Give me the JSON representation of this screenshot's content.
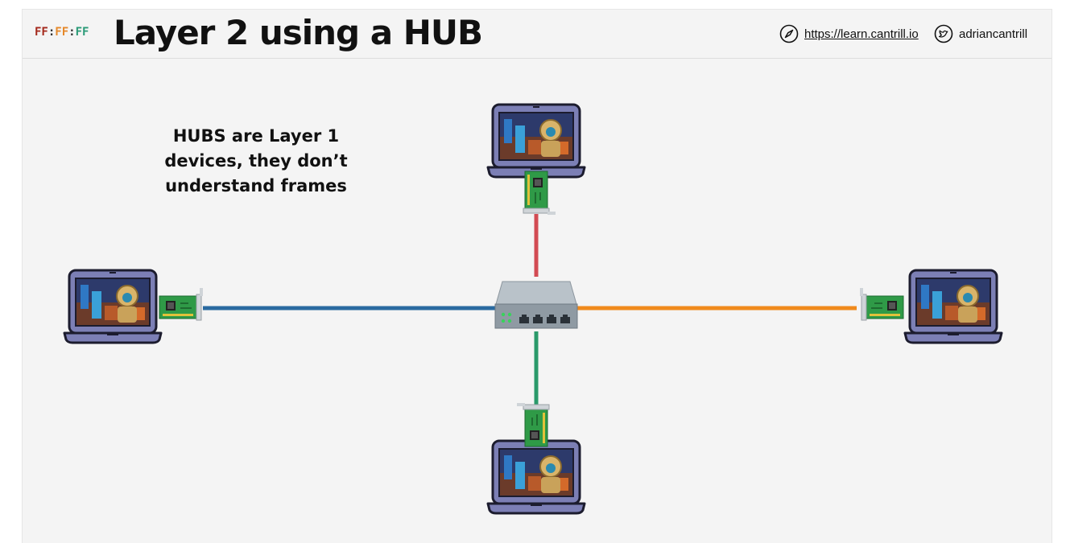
{
  "header": {
    "logo_part1": "FF",
    "logo_sep1": ":",
    "logo_part2": "FF",
    "logo_sep2": ":",
    "logo_part3": "FF",
    "title": "Layer 2 using a HUB",
    "website_icon": "compass-icon",
    "website": "https://learn.cantrill.io",
    "social_icon": "twitter-bird-icon",
    "social": "adriancantrill"
  },
  "diagram": {
    "note": "HUBS are Layer 1 devices, they don’t understand frames",
    "hub_icon": "network-hub-icon",
    "laptop_icon": "laptop-icon",
    "nic_icon": "network-card-icon",
    "links": [
      {
        "name": "top-link",
        "color": "#d24b53"
      },
      {
        "name": "left-link",
        "color": "#2a6aa0"
      },
      {
        "name": "right-link",
        "color": "#f08a1c"
      },
      {
        "name": "bottom-link",
        "color": "#2a9a6a"
      }
    ],
    "colors": {
      "laptop_body": "#7c7fb5",
      "laptop_outline": "#1c1c2e",
      "nic_board": "#2f9a47",
      "nic_pins": "#e2c23a",
      "hub_body": "#9faab3"
    }
  }
}
